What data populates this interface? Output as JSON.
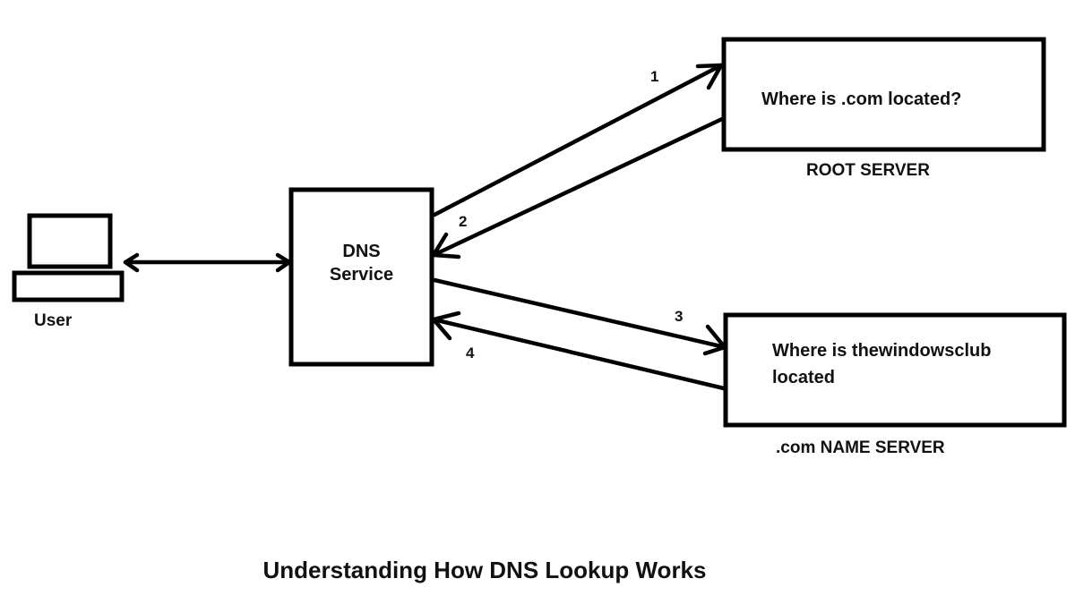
{
  "diagram": {
    "title": "Understanding How DNS Lookup Works",
    "nodes": {
      "user": {
        "label": "User",
        "icon": "computer-icon"
      },
      "dns_service": {
        "label_line1": "DNS",
        "label_line2": "Service"
      },
      "root_server": {
        "box_text": "Where is .com located?",
        "caption": "ROOT SERVER"
      },
      "com_name_server": {
        "box_text_line1": "Where is thewindowsclub",
        "box_text_line2": "located",
        "caption": ".com NAME SERVER"
      }
    },
    "edges": [
      {
        "id": "user-dns",
        "from": "User",
        "to": "DNS Service",
        "label": "",
        "direction": "bidirectional"
      },
      {
        "id": "step-1",
        "from": "DNS Service",
        "to": "ROOT SERVER",
        "label": "1"
      },
      {
        "id": "step-2",
        "from": "ROOT SERVER",
        "to": "DNS Service",
        "label": "2"
      },
      {
        "id": "step-3",
        "from": "DNS Service",
        "to": ".com NAME SERVER",
        "label": "3"
      },
      {
        "id": "step-4",
        "from": ".com NAME SERVER",
        "to": "DNS Service",
        "label": "4"
      }
    ]
  }
}
